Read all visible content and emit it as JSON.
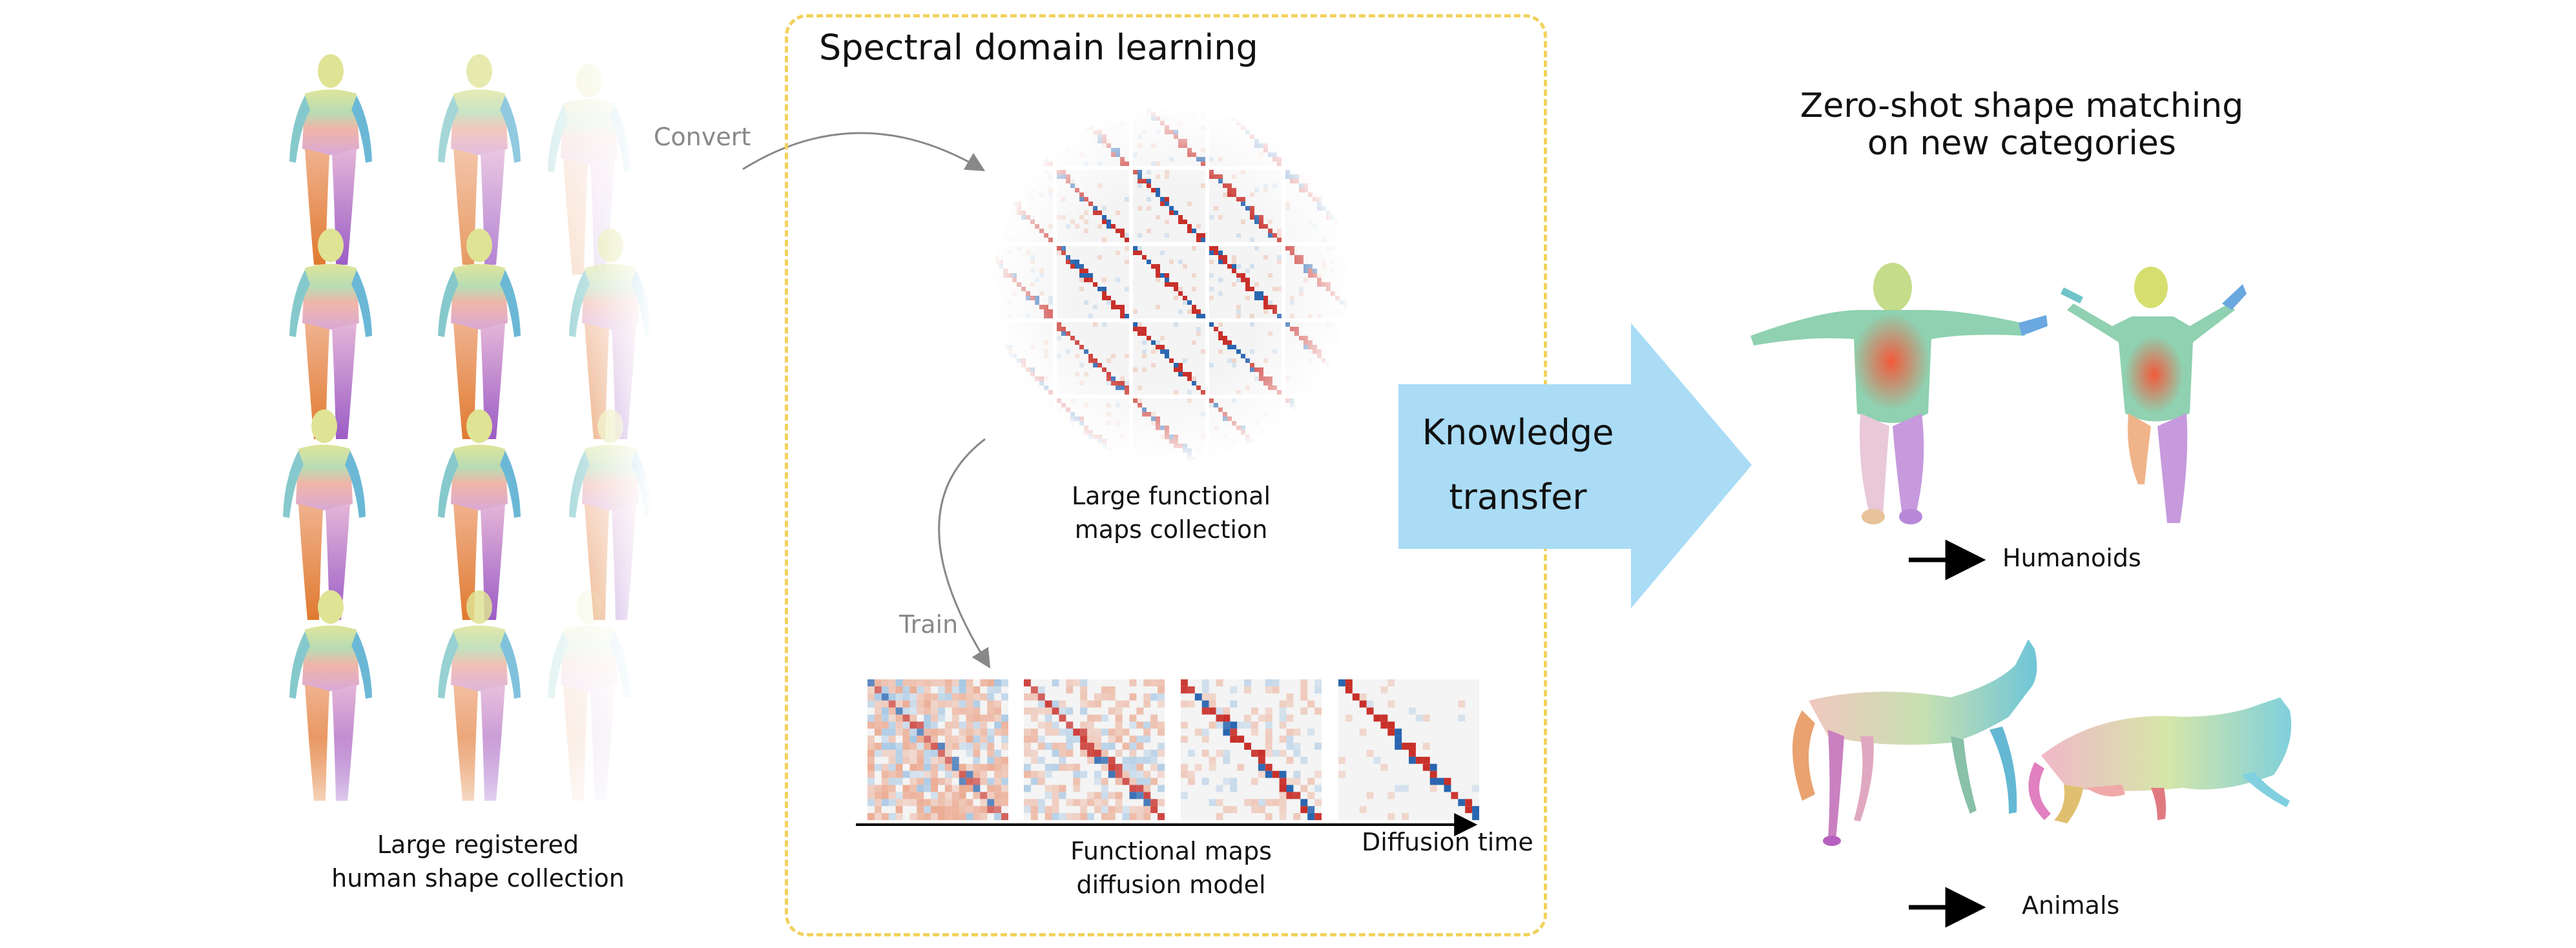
{
  "left_caption": {
    "line1": "Large registered",
    "line2": "human shape collection"
  },
  "convert_label": "Convert",
  "train_label": "Train",
  "spectral": {
    "title": "Spectral domain learning",
    "collection_caption": {
      "line1": "Large functional",
      "line2": "maps collection"
    },
    "diffusion_caption": {
      "line1": "Functional maps",
      "line2": "diffusion model"
    },
    "axis_label": "Diffusion time",
    "border_color": "#f2d25c"
  },
  "transfer": {
    "line1": "Knowledge",
    "line2": "transfer",
    "color": "#aadcf6"
  },
  "right": {
    "title_line1": "Zero-shot shape matching",
    "title_line2": "on new categories",
    "humanoids_label": "Humanoids",
    "animals_label": "Animals"
  },
  "colors": {
    "matrix_red": "#c8302a",
    "matrix_blue": "#2a66b0",
    "human_head": "#d9e38a",
    "human_arm": "#7fc6c9",
    "human_torso": "#e8c6c0",
    "human_leg_left": "#e8893b",
    "human_leg_right": "#a66fc8"
  }
}
